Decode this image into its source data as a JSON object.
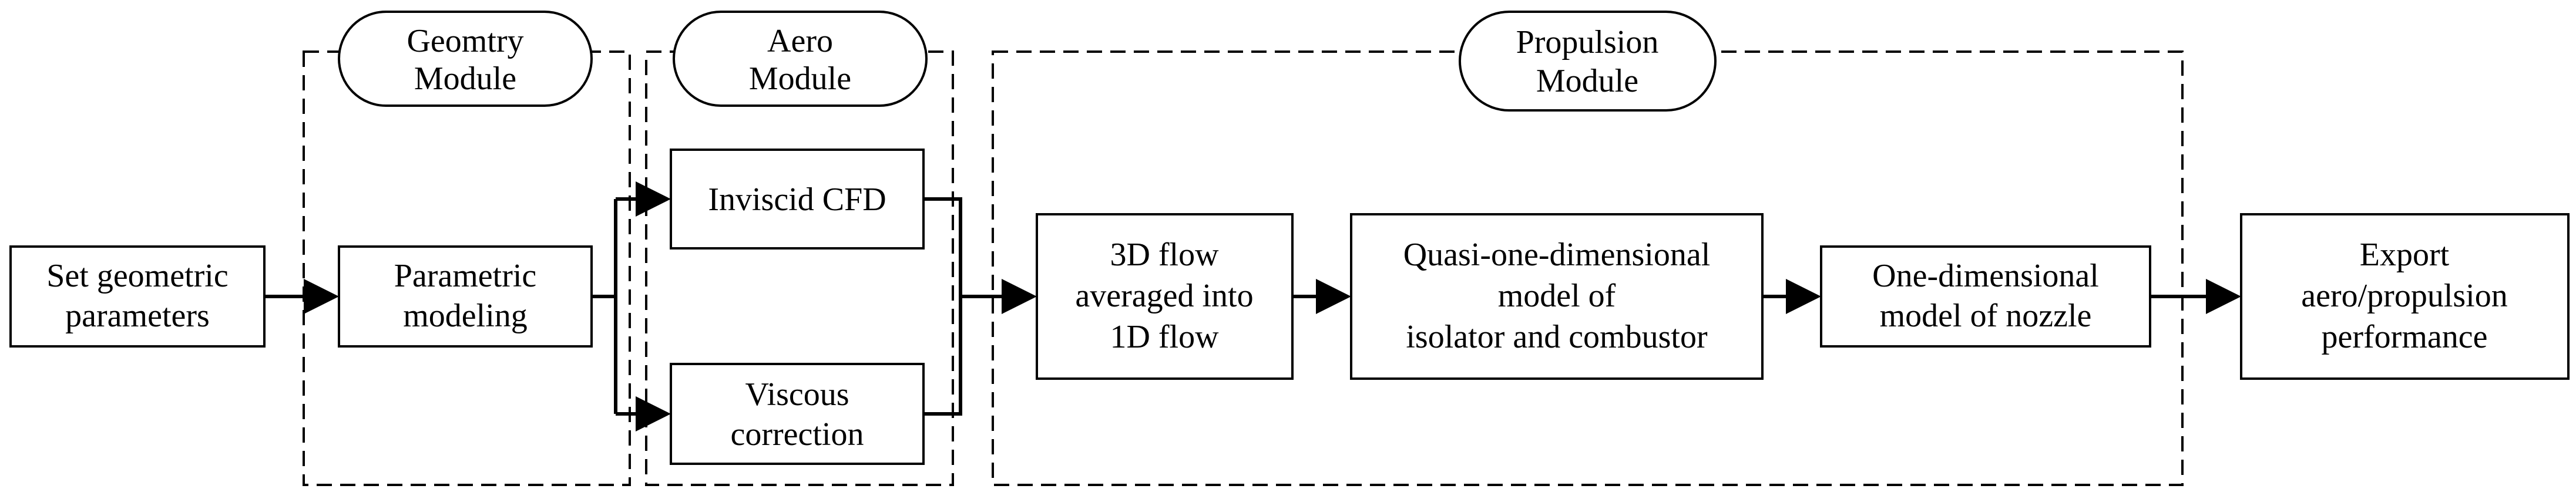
{
  "diagram": {
    "modules": {
      "geometry": {
        "title_line1": "Geomtry",
        "title_line2": "Module"
      },
      "aero": {
        "title_line1": "Aero",
        "title_line2": "Module"
      },
      "propulsion": {
        "title_line1": "Propulsion",
        "title_line2": "Module"
      }
    },
    "boxes": {
      "set_params": {
        "line1": "Set geometric",
        "line2": "parameters"
      },
      "parametric": {
        "line1": "Parametric",
        "line2": "modeling"
      },
      "inviscid": {
        "line1": "Inviscid CFD"
      },
      "viscous": {
        "line1": "Viscous",
        "line2": "correction"
      },
      "flow3d": {
        "line1": "3D flow",
        "line2": "averaged into",
        "line3": "1D flow"
      },
      "quasi": {
        "line1": "Quasi-one-dimensional",
        "line2": "model of",
        "line3": "isolator and combustor"
      },
      "nozzle": {
        "line1": "One-dimensional",
        "line2": "model of nozzle"
      },
      "export": {
        "line1": "Export",
        "line2": "aero/propulsion",
        "line3": "performance"
      }
    },
    "colors": {
      "stroke": "#000000",
      "background": "#ffffff"
    }
  }
}
